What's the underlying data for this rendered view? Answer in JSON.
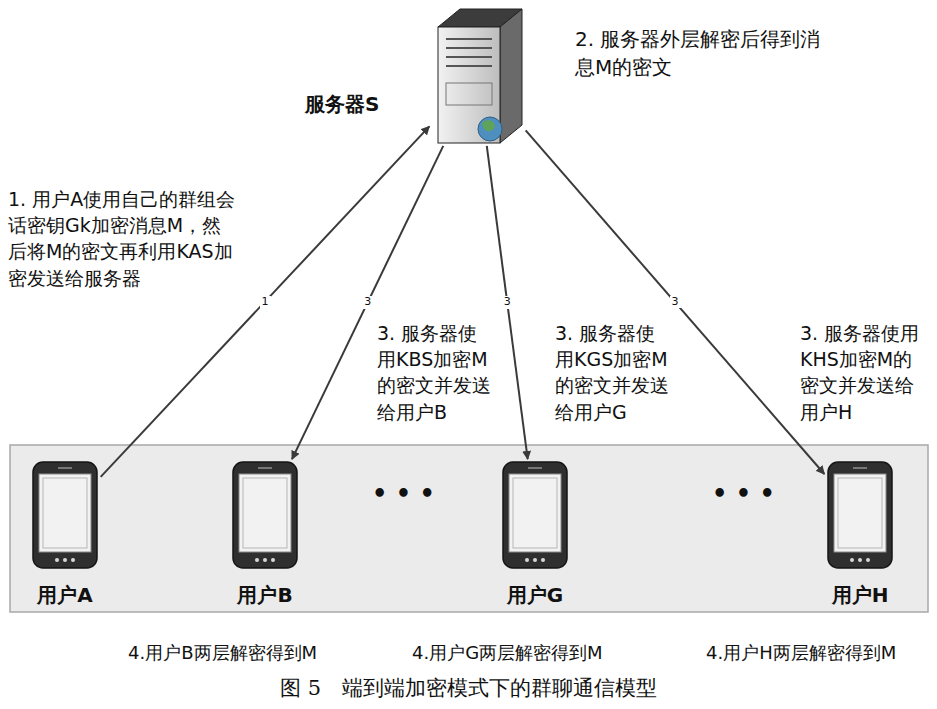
{
  "diagram": {
    "caption": "图 5　端到端加密模式下的群聊通信模型",
    "nodes": [
      {
        "text": [
          "服务器S"
        ]
      },
      {
        "text": [
          "用户A"
        ]
      },
      {
        "text": [
          "用户B"
        ]
      },
      {
        "text": [
          "用户G"
        ]
      },
      {
        "text": [
          "用户H"
        ]
      }
    ],
    "edges": [
      {
        "from": 1,
        "to": 0,
        "arrow": "to",
        "label": "1"
      },
      {
        "from": 0,
        "to": 2,
        "arrow": "to",
        "label": "3"
      },
      {
        "from": 0,
        "to": 3,
        "arrow": "to",
        "label": "3"
      },
      {
        "from": 0,
        "to": 4,
        "arrow": "to",
        "label": "3"
      }
    ],
    "labels": [
      "1. 用户A使用自己的群组会话密钥Gk加密消息M，然后将M的密文再利用KAS加密发送给服务器",
      "2. 服务器外层解密后得到消息M的密文",
      "3. 服务器使用KBS加密M的密文并发送给用户B",
      "3. 服务器使用KGS加密M的密文并发送给用户G",
      "3. 服务器使用KHS加密M的密文并发送给用户H",
      "• • •",
      "• • •",
      "4.用户B两层解密得到M",
      "4.用户G两层解密得到M",
      "4.用户H两层解密得到M"
    ]
  }
}
